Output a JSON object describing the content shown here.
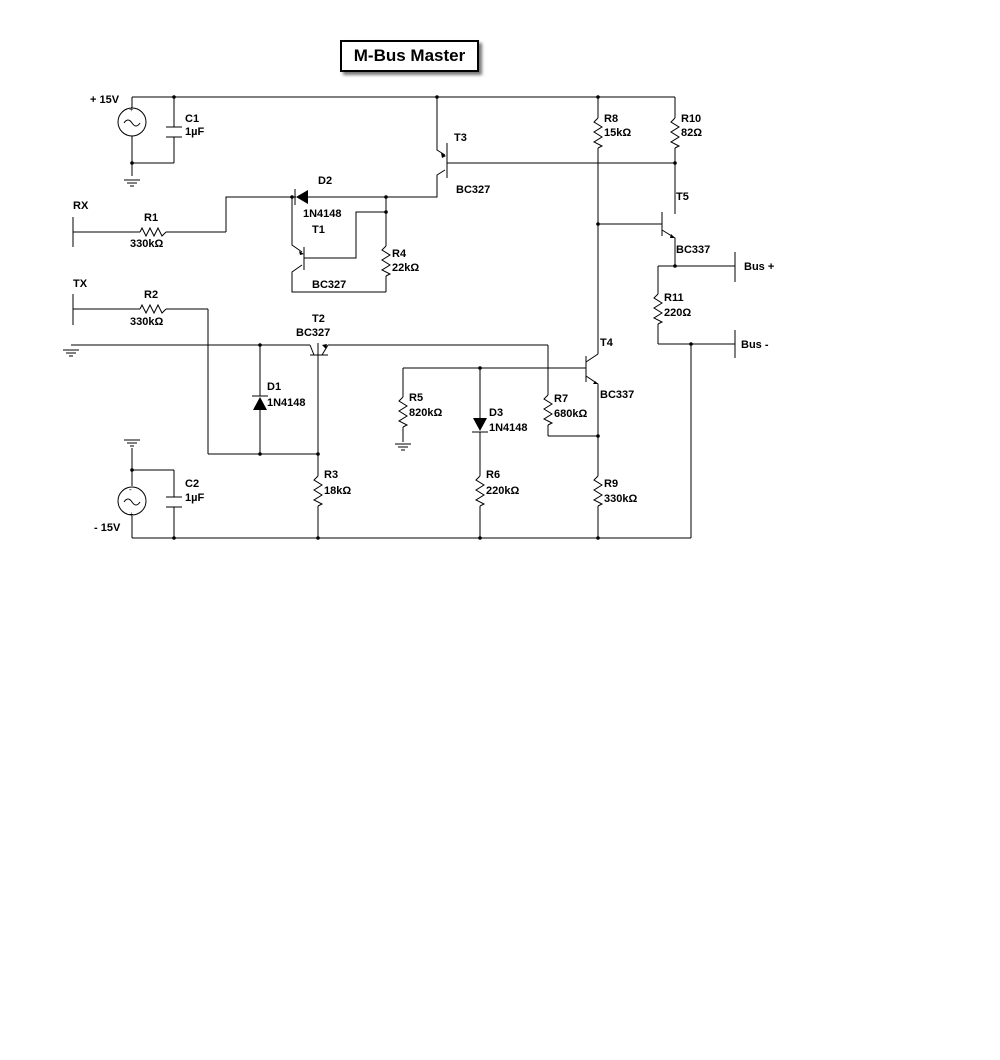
{
  "title": "M-Bus Master",
  "labels": {
    "plus15": "+ 15V",
    "minus15": "- 15V",
    "rx": "RX",
    "tx": "TX",
    "bus_plus": "Bus +",
    "bus_minus": "Bus -"
  },
  "components": {
    "C1": {
      "ref": "C1",
      "value": "1µF"
    },
    "C2": {
      "ref": "C2",
      "value": "1µF"
    },
    "R1": {
      "ref": "R1",
      "value": "330kΩ"
    },
    "R2": {
      "ref": "R2",
      "value": "330kΩ"
    },
    "R3": {
      "ref": "R3",
      "value": "18kΩ"
    },
    "R4": {
      "ref": "R4",
      "value": "22kΩ"
    },
    "R5": {
      "ref": "R5",
      "value": "820kΩ"
    },
    "R6": {
      "ref": "R6",
      "value": "220kΩ"
    },
    "R7": {
      "ref": "R7",
      "value": "680kΩ"
    },
    "R8": {
      "ref": "R8",
      "value": "15kΩ"
    },
    "R9": {
      "ref": "R9",
      "value": "330kΩ"
    },
    "R10": {
      "ref": "R10",
      "value": "82Ω"
    },
    "R11": {
      "ref": "R11",
      "value": "220Ω"
    },
    "D1": {
      "ref": "D1",
      "value": "1N4148"
    },
    "D2": {
      "ref": "D2",
      "value": "1N4148"
    },
    "D3": {
      "ref": "D3",
      "value": "1N4148"
    },
    "T1": {
      "ref": "T1",
      "value": "BC327"
    },
    "T2": {
      "ref": "T2",
      "value": "BC327"
    },
    "T3": {
      "ref": "T3",
      "value": "BC327"
    },
    "T4": {
      "ref": "T4",
      "value": "BC337"
    },
    "T5": {
      "ref": "T5",
      "value": "BC337"
    }
  }
}
